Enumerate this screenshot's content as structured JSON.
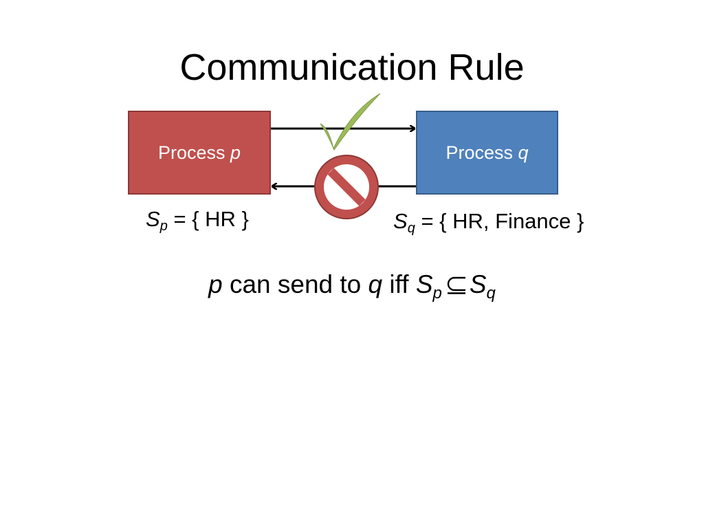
{
  "slide": {
    "title": "Communication Rule"
  },
  "process_p": {
    "prefix": "Process",
    "var": "p",
    "fill": "#c0504d",
    "border": "#8c3836"
  },
  "process_q": {
    "prefix": "Process",
    "var": "q",
    "fill": "#4f81bd",
    "border": "#385d8a"
  },
  "set_p": {
    "symbol": "S",
    "sub": "p",
    "value": "= { HR }"
  },
  "set_q": {
    "symbol": "S",
    "sub": "q",
    "value": "= { HR, Finance }"
  },
  "rule": {
    "var_p": "p",
    "middle": "can send to",
    "var_q": "q",
    "iff": "iff",
    "lhs_symbol": "S",
    "lhs_sub": "p",
    "rhs_symbol": "S",
    "rhs_sub": "q"
  },
  "icons": {
    "allowed": "check-icon",
    "forbidden": "prohibited-icon",
    "check_color": "#9bbb59",
    "prohibited_fill": "#c0504d",
    "prohibited_stroke": "#8c3836"
  }
}
